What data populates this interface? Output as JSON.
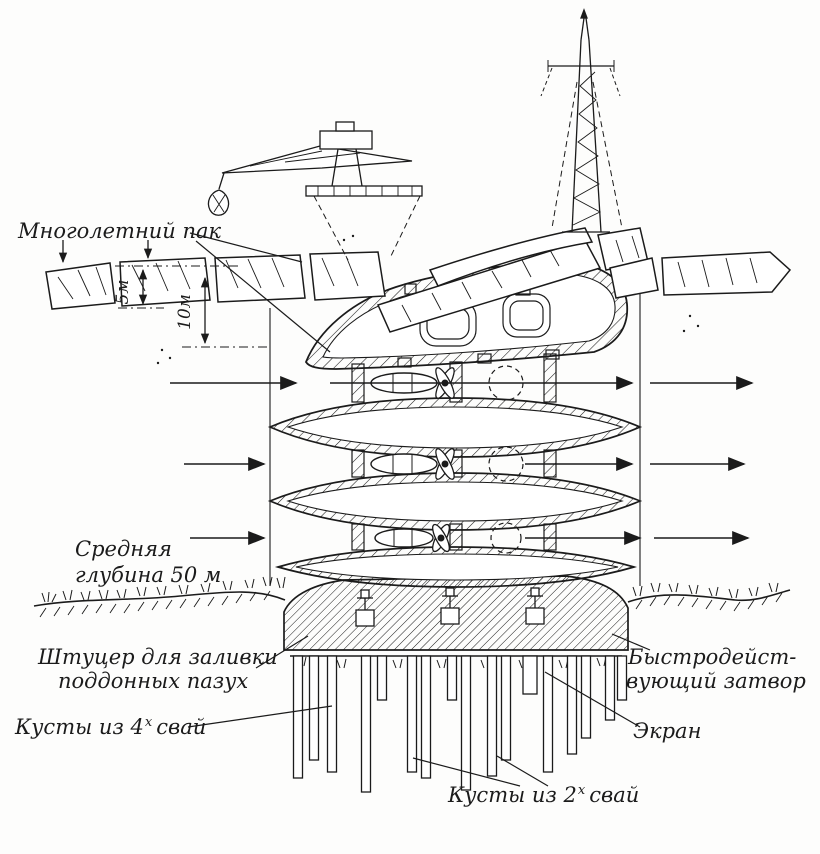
{
  "figure": {
    "kind": "engineering-cross-section",
    "labels": {
      "pack_ice": "Многолетний пак",
      "dim_5m": "5м",
      "dim_10m": "10м",
      "depth1": "Средняя",
      "depth2": "глубина 50 м",
      "fitting1": "Штуцер для заливки",
      "fitting2": "поддонных пазух",
      "piles4_a": "Кусты из 4",
      "piles4_sup": "х",
      "piles4_b": "свай",
      "gate1": "Быстродейст-",
      "gate2": "вующий затвор",
      "screen": "Экран",
      "piles2_a": "Кусты из 2",
      "piles2_sup": "х",
      "piles2_b": "свай"
    },
    "colors": {
      "ink": "#1b1b1b",
      "paper": "#fdfdfc"
    }
  }
}
